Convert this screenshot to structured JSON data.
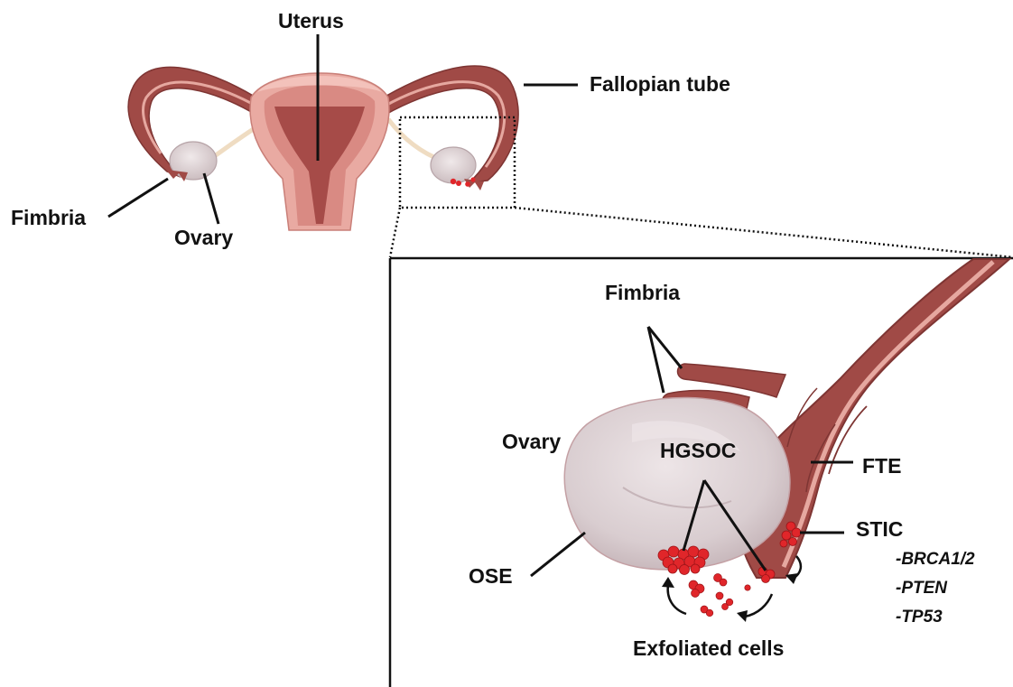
{
  "labels": {
    "uterus": "Uterus",
    "fallopian_tube": "Fallopian tube",
    "fimbria_top": "Fimbria",
    "ovary_top": "Ovary",
    "fimbria_zoom": "Fimbria",
    "ovary_zoom": "Ovary",
    "hgsoc": "HGSOC",
    "fte": "FTE",
    "stic": "STIC",
    "ose": "OSE",
    "exfoliated": "Exfoliated cells"
  },
  "genes": [
    "-BRCA1/2",
    "-PTEN",
    "-TP53"
  ],
  "colors": {
    "tube_dark": "#a04a46",
    "tube_mid": "#b9625c",
    "tube_light": "#e6a8a0",
    "uterus_light": "#e9aaa2",
    "uterus_cavity": "#a64b48",
    "ovary": "#ddd2d4",
    "ovary_shadow": "#c8b8bb",
    "ligament": "#efdcc2",
    "tumor": "#e0262a",
    "line": "#111111"
  }
}
